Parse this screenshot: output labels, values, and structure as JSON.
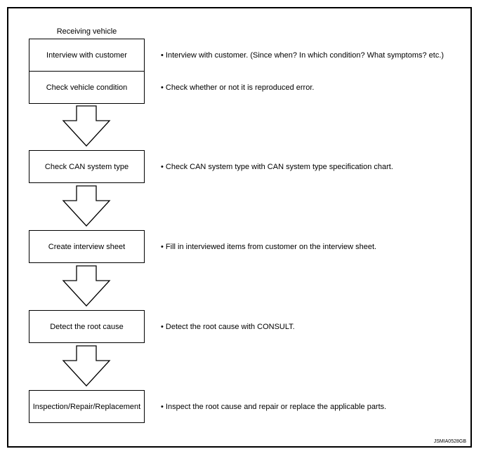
{
  "diagram": {
    "heading": "Receiving vehicle",
    "steps": [
      {
        "label": "Interview with customer",
        "note": "• Interview with customer. (Since when? In which condition? What symptoms? etc.)"
      },
      {
        "label": "Check vehicle condition",
        "note": "• Check whether or not it is reproduced error."
      },
      {
        "label": "Check CAN system type",
        "note": "• Check CAN system type with CAN system type specification chart."
      },
      {
        "label": "Create interview sheet",
        "note": "• Fill in interviewed items from customer on the interview sheet."
      },
      {
        "label": "Detect the root cause",
        "note": "• Detect the root cause with CONSULT."
      },
      {
        "label": "Inspection/Repair/Replacement",
        "note": "• Inspect the root cause and repair or replace the applicable parts."
      }
    ],
    "figure_code": "JSMIA0528GB"
  }
}
